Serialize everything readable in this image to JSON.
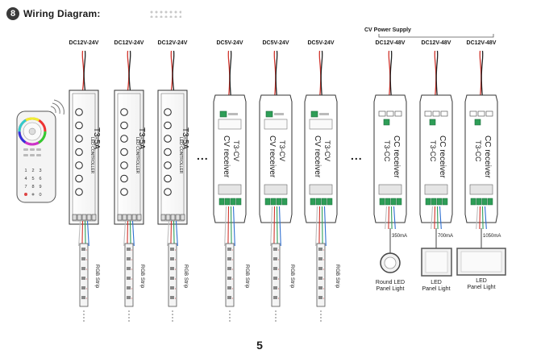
{
  "header": {
    "number": "8",
    "title": "Wiring Diagram:"
  },
  "power": {
    "cv_supply_label": "CV Power Supply",
    "inputs": [
      "DC12V-24V",
      "DC12V-24V",
      "DC12V-24V",
      "DC5V-24V",
      "DC5V-24V",
      "DC5V-24V",
      "DC12V-48V",
      "DC12V-48V",
      "DC12V-48V"
    ]
  },
  "devices": {
    "led_controller": {
      "model": "T3-5A",
      "caption": "LED  CONTROLLER"
    },
    "cv_receiver": {
      "model": "T3-CV",
      "caption": "CV receiver"
    },
    "cc_receiver": {
      "model": "T3-CC",
      "caption": "CC receiver"
    },
    "ellipsis": "..."
  },
  "outputs": {
    "strip_label": "RGB Strip",
    "currents": [
      "350mA",
      "700mA",
      "1050mA"
    ],
    "panels": [
      {
        "line1": "Round LED",
        "line2": "Panel Light"
      },
      {
        "line1": "LED",
        "line2": "Panel Light"
      },
      {
        "line1": "LED",
        "line2": "Panel Light"
      }
    ]
  },
  "remote": {
    "keys": [
      "1",
      "2",
      "3",
      "4",
      "5",
      "6",
      "7",
      "8",
      "9",
      "0"
    ]
  },
  "footer": {
    "page_number": "5"
  },
  "colors": {
    "red_wire": "#d0342c",
    "black_wire": "#222222",
    "green_wire": "#2e9e57",
    "blue_wire": "#2e6fd1",
    "white_wire": "#bdbdbd",
    "panel_face": "#f2f2f2"
  }
}
